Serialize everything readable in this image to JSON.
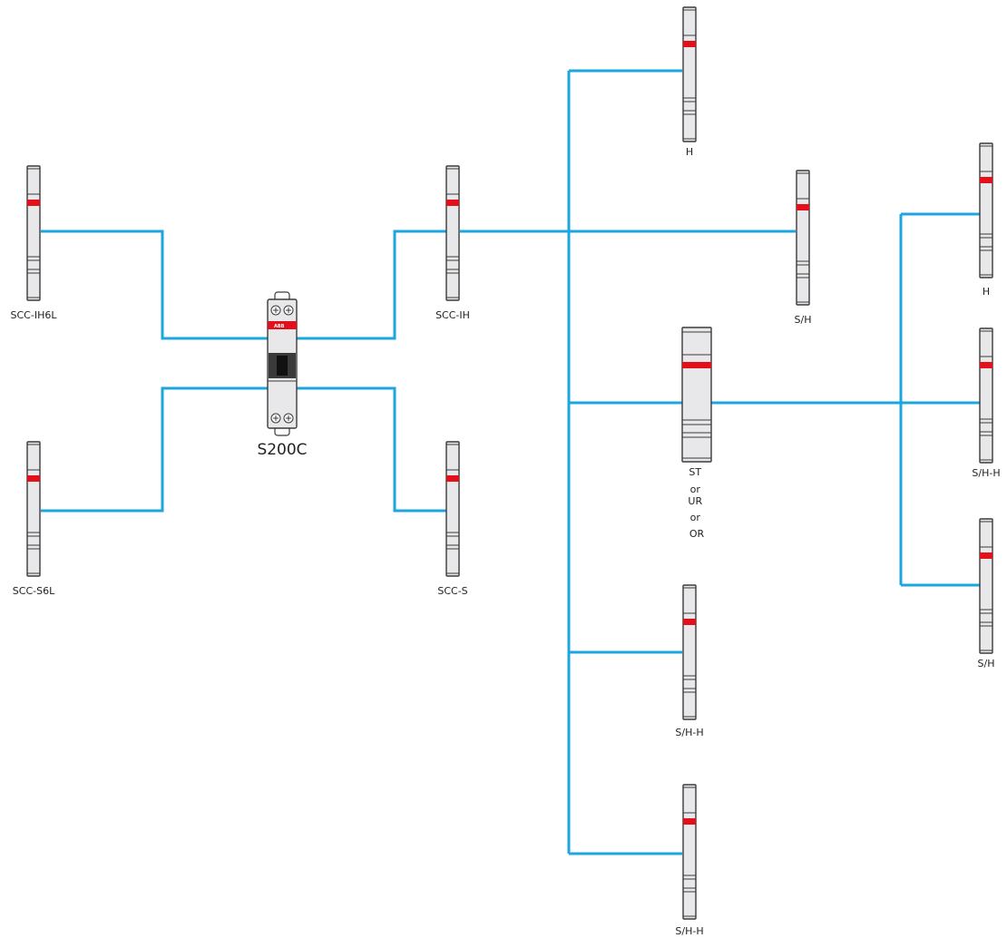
{
  "main_device": {
    "label": "S200C",
    "logo_text": "ABB"
  },
  "labels": {
    "scc_ih6l": "SCC-IH6L",
    "scc_s6l": "SCC-S6L",
    "scc_ih": "SCC-IH",
    "scc_s": "SCC-S",
    "h_top": "H",
    "sh_mid": "S/H",
    "st_or": [
      "ST",
      "or",
      "UR",
      "or",
      "OR"
    ],
    "sh_h_lower": "S/H-H",
    "sh_h_bottom": "S/H-H",
    "h_right": "H",
    "sh_h_right": "S/H-H",
    "sh_right": "S/H"
  },
  "colors": {
    "wire": "#1ba6df",
    "indicator": "#e3101b",
    "module_fill": "#e8e8ea",
    "outline": "#3a3a3a"
  }
}
